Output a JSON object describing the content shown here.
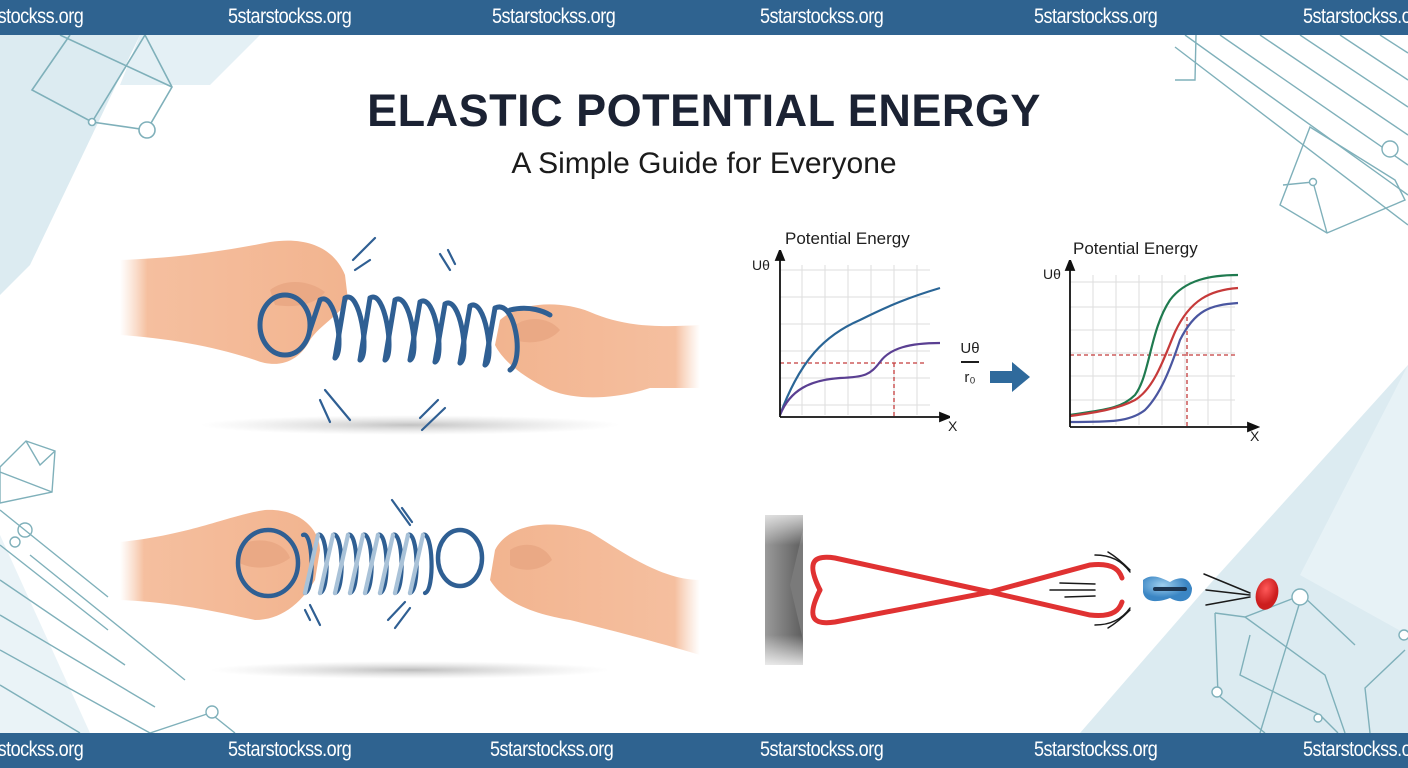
{
  "watermark": {
    "text": "5starstockss.org",
    "positions_top": [
      -40,
      228,
      492,
      760,
      1034,
      1303
    ],
    "positions_bottom": [
      -40,
      228,
      490,
      760,
      1034,
      1303
    ]
  },
  "header": {
    "title": "ELASTIC POTENTIAL ENERGY",
    "subtitle": "A Simple Guide for Everyone"
  },
  "illustrations": [
    {
      "id": "stretched-spring",
      "description": "Two hands stretching a blue coiled spring"
    },
    {
      "id": "compressed-spring",
      "description": "Two hands holding a blue spring with tightly wound coils"
    },
    {
      "id": "rubber-band-launch",
      "description": "Red rubber band anchored to grey wall launching a blue projectile toward a red target"
    }
  ],
  "formula": {
    "numerator": "Uθ",
    "denominator": "r₀",
    "arrow": "right-arrow"
  },
  "colors": {
    "band": "#2f6390",
    "spring": "#2f5f93",
    "skin": "#f2b48f",
    "rubber_band": "#e03232",
    "deco_lines": "#7fb0ba",
    "deco_fill": "#dcebf1",
    "title": "#1b2233"
  },
  "chart_data": [
    {
      "type": "line",
      "title": "Potential Energy",
      "ylabel": "Uθ",
      "xlabel": "X",
      "grid": true,
      "legend": null,
      "xlim": [
        0,
        7
      ],
      "ylim": [
        0,
        6.5
      ],
      "x": [
        0,
        0.5,
        1,
        1.5,
        2,
        3,
        4,
        5,
        6,
        7
      ],
      "series": [
        {
          "name": "blue",
          "color": "#2a6596",
          "values": [
            0,
            1.4,
            2.2,
            2.8,
            3.3,
            4.0,
            4.6,
            5.1,
            5.5,
            5.9
          ]
        },
        {
          "name": "purple",
          "color": "#5a3f92",
          "values": [
            0,
            0.9,
            1.3,
            1.45,
            1.55,
            1.7,
            2.2,
            3.2,
            3.6,
            3.7
          ]
        }
      ],
      "annotations": [
        {
          "type": "hline-dashed",
          "color": "#c43c3c",
          "y": 2.2
        },
        {
          "type": "vline-dashed",
          "color": "#c43c3c",
          "x": 5
        }
      ]
    },
    {
      "type": "line",
      "title": "Potential Energy",
      "ylabel": "Uθ",
      "xlabel": "X",
      "grid": true,
      "legend": null,
      "xlim": [
        0,
        7
      ],
      "ylim": [
        0,
        6.5
      ],
      "x": [
        0,
        1,
        2,
        2.5,
        3,
        3.5,
        4,
        4.5,
        5,
        5.5,
        6,
        7
      ],
      "series": [
        {
          "name": "green",
          "color": "#1f7a4f",
          "values": [
            0.3,
            0.5,
            0.9,
            1.6,
            3.0,
            4.5,
            5.3,
            5.7,
            5.9,
            6.0,
            6.05,
            6.1
          ]
        },
        {
          "name": "red",
          "color": "#c63a3a",
          "values": [
            0.3,
            0.45,
            0.7,
            1.0,
            1.5,
            2.4,
            3.6,
            4.6,
            5.1,
            5.4,
            5.6,
            5.7
          ]
        },
        {
          "name": "blue",
          "color": "#4a56a0",
          "values": [
            0.05,
            0.07,
            0.1,
            0.25,
            0.6,
            1.3,
            2.5,
            3.8,
            4.6,
            5.0,
            5.2,
            5.3
          ]
        }
      ],
      "annotations": [
        {
          "type": "hline-dashed",
          "color": "#c43c3c",
          "y": 3.0
        },
        {
          "type": "vline-dashed",
          "color": "#c43c3c",
          "x": 5
        }
      ]
    }
  ]
}
